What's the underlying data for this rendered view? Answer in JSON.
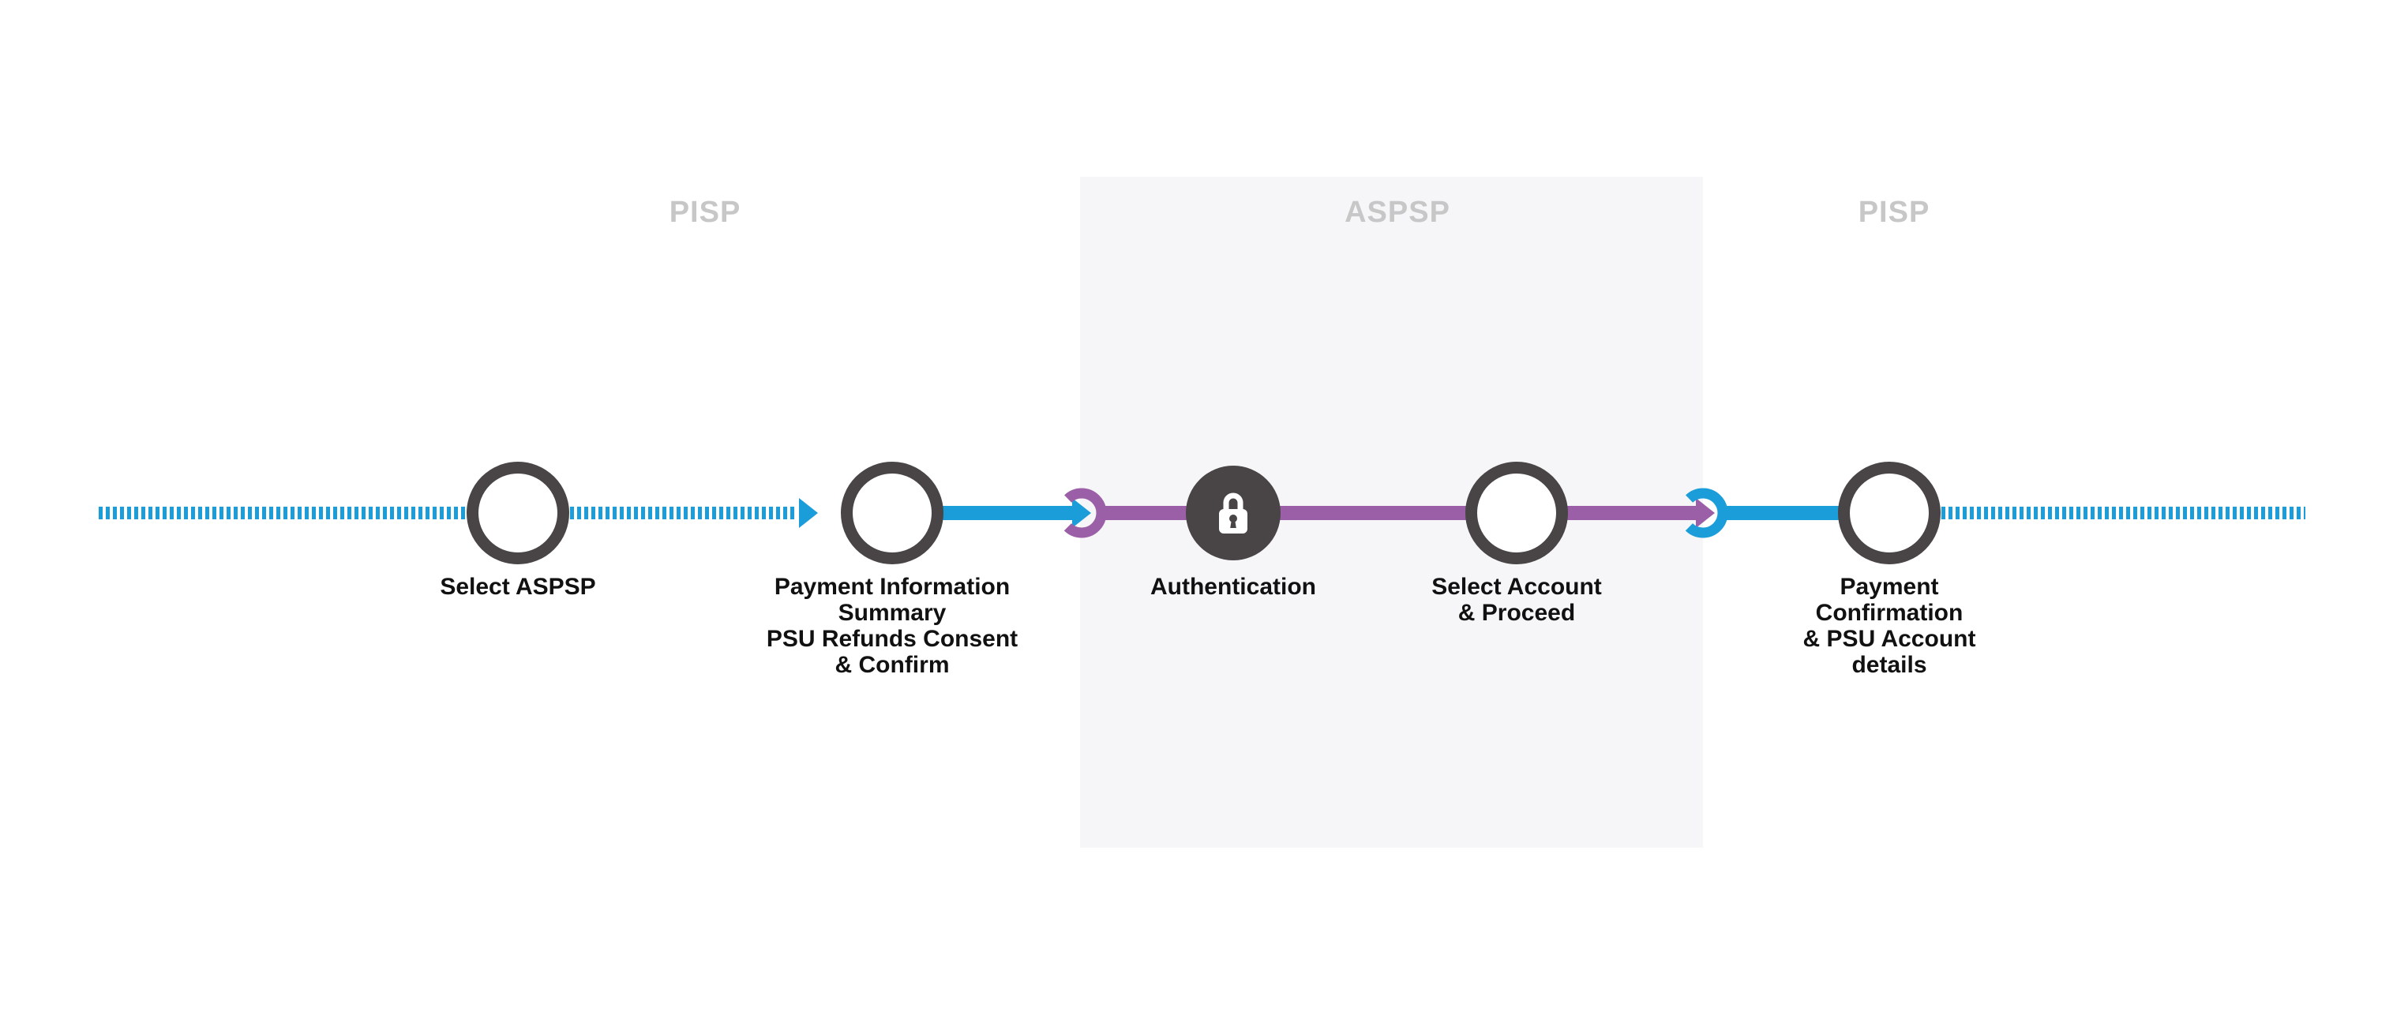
{
  "diagram": {
    "type": "payment-journey-flow",
    "sections": [
      {
        "id": "pisp-left",
        "label": "PISP"
      },
      {
        "id": "aspsp",
        "label": "ASPSP"
      },
      {
        "id": "pisp-right",
        "label": "PISP"
      }
    ],
    "steps": [
      {
        "id": "select-aspsp",
        "lines": [
          "Select ASPSP"
        ]
      },
      {
        "id": "payment-info-summary",
        "lines": [
          "Payment Information",
          "Summary",
          "PSU Refunds Consent",
          "& Confirm"
        ]
      },
      {
        "id": "authentication",
        "icon": "lock-icon",
        "lines": [
          "Authentication"
        ]
      },
      {
        "id": "select-account",
        "lines": [
          "Select Account",
          "& Proceed"
        ]
      },
      {
        "id": "payment-confirmation",
        "lines": [
          "Payment",
          "Confirmation",
          "& PSU Account",
          "details"
        ]
      }
    ],
    "colors": {
      "blue": "#1b9dd9",
      "purple": "#9a5fa6",
      "dark": "#494546",
      "panel": "#f6f5f7",
      "heading": "#c8c7c8",
      "label": "#111111",
      "background": "#ffffff"
    }
  }
}
